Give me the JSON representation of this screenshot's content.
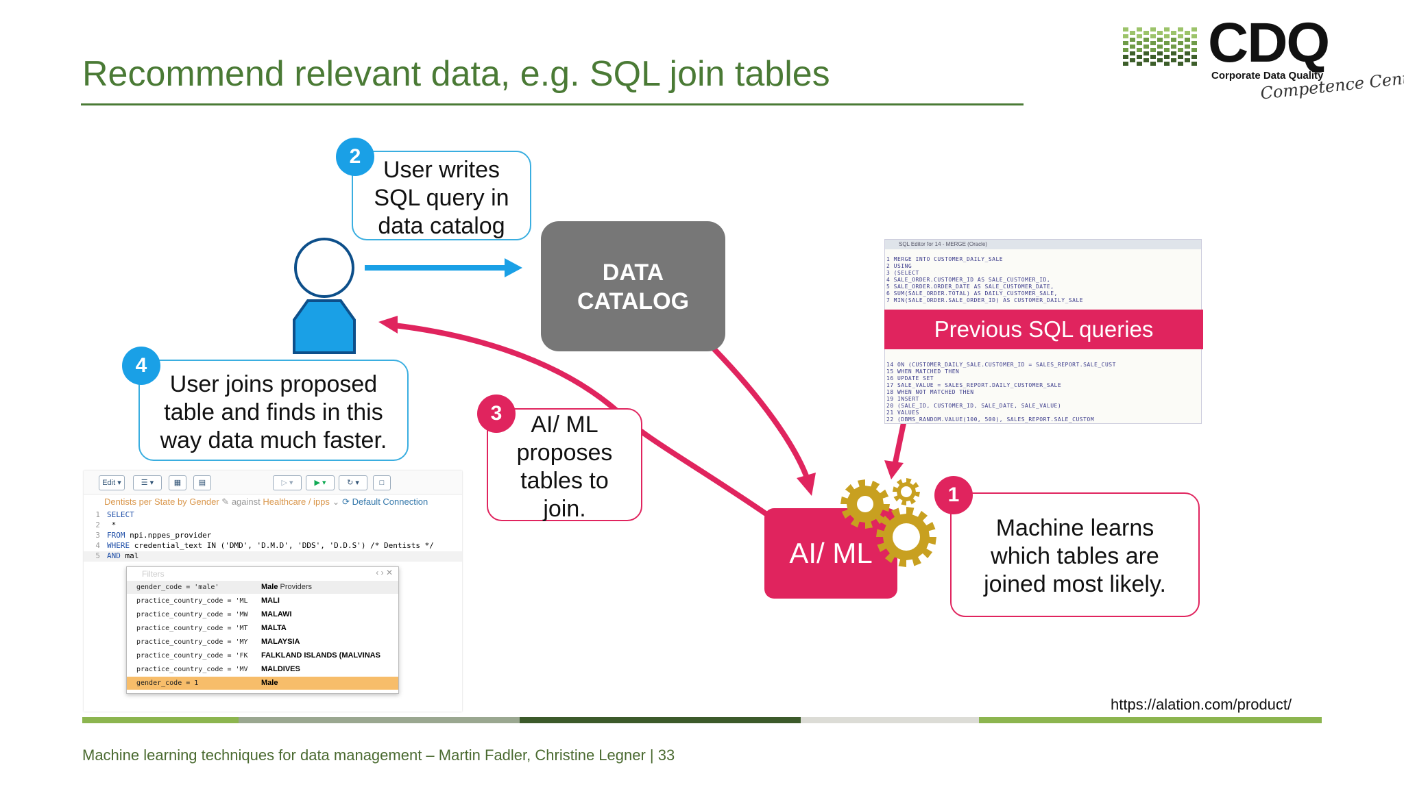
{
  "title": "Recommend relevant data, e.g. SQL join tables",
  "logo": {
    "name": "CDQ",
    "subtitle": "Corporate Data Quality",
    "script": "Competence Center"
  },
  "callouts": {
    "step2": {
      "number": "2",
      "lines": [
        "User writes",
        "SQL query in",
        "data catalog"
      ]
    },
    "step4": {
      "number": "4",
      "lines": [
        "User joins proposed",
        "table and finds in this",
        "way data much faster."
      ]
    },
    "step3": {
      "number": "3",
      "lines": [
        "AI/ ML",
        "proposes",
        "tables to",
        "join."
      ]
    },
    "step1": {
      "number": "1",
      "lines": [
        "Machine learns",
        "which tables are",
        "joined most likely."
      ]
    }
  },
  "boxes": {
    "catalog_line1": "DATA",
    "catalog_line2": "CATALOG",
    "aiml": "AI/ ML"
  },
  "previous_sql_label": "Previous SQL queries",
  "prev_sql": {
    "titlebar": "SQL Editor for 14 - MERGE (Oracle)",
    "lines": [
      "1  MERGE INTO CUSTOMER_DAILY_SALE",
      "2    USING",
      "3      (SELECT",
      "4         SALE_ORDER.CUSTOMER_ID AS SALE_CUSTOMER_ID,",
      "5         SALE_ORDER.ORDER_DATE AS SALE_CUSTOMER_DATE,",
      "6         SUM(SALE_ORDER.TOTAL) AS DAILY_CUSTOMER_SALE,",
      "7         MIN(SALE_ORDER.SALE_ORDER_ID) AS CUSTOMER_DAILY_SALE",
      "14   ON (CUSTOMER_DAILY_SALE.CUSTOMER_ID = SALES_REPORT.SALE_CUST",
      "15   WHEN MATCHED THEN",
      "16     UPDATE SET",
      "17       SALE_VALUE = SALES_REPORT.DAILY_CUSTOMER_SALE",
      "18   WHEN NOT MATCHED THEN",
      "19     INSERT",
      "20       (SALE_ID, CUSTOMER_ID, SALE_DATE, SALE_VALUE)",
      "21       VALUES",
      "22       (DBMS_RANDOM.VALUE(100, 500), SALES_REPORT.SALE_CUSTOM"
    ]
  },
  "editor": {
    "toolbar_edit": "Edit",
    "crumb_query": "Dentists per State by Gender",
    "crumb_against": "against",
    "crumb_db": "Healthcare / ipps",
    "crumb_conn": "Default Connection",
    "code": [
      {
        "n": "1",
        "kw": "SELECT",
        "rest": ""
      },
      {
        "n": "2",
        "kw": "",
        "rest": "  *"
      },
      {
        "n": "3",
        "kw": "FROM",
        "rest": " npi.nppes_provider"
      },
      {
        "n": "4",
        "kw": "WHERE",
        "rest": " credential_text IN ('DMD', 'D.M.D', 'DDS', 'D.D.S') /* Dentists */"
      },
      {
        "n": "5",
        "kw": "AND",
        "rest": " mal"
      }
    ],
    "filters_label": "Filters",
    "filters": [
      {
        "code": "gender_code = 'male'",
        "match": "Male",
        "rest": " Providers"
      },
      {
        "code": "practice_country_code = 'ML",
        "match": "MALI",
        "rest": ""
      },
      {
        "code": "practice_country_code = 'MW",
        "match": "MALAWI",
        "rest": ""
      },
      {
        "code": "practice_country_code = 'MT",
        "match": "MALTA",
        "rest": ""
      },
      {
        "code": "practice_country_code = 'MY",
        "match": "MALAYSIA",
        "rest": ""
      },
      {
        "code": "practice_country_code = 'FK",
        "match": "FALKLAND ISLANDS (MALVINAS",
        "rest": ""
      },
      {
        "code": "practice_country_code = 'MV",
        "match": "MALDIVES",
        "rest": ""
      },
      {
        "code": "gender_code = 1",
        "match": "Male",
        "rest": ""
      }
    ]
  },
  "source_url": "https://alation.com/product/",
  "footer": "Machine learning techniques for data management – Martin Fadler, Christine Legner | 33",
  "colors": {
    "title_green": "#4a7a35",
    "callout_blue": "#1aa0e6",
    "accent_pink": "#e0245e",
    "catalog_gray": "#777777",
    "gear_gold": "#c8a020"
  }
}
